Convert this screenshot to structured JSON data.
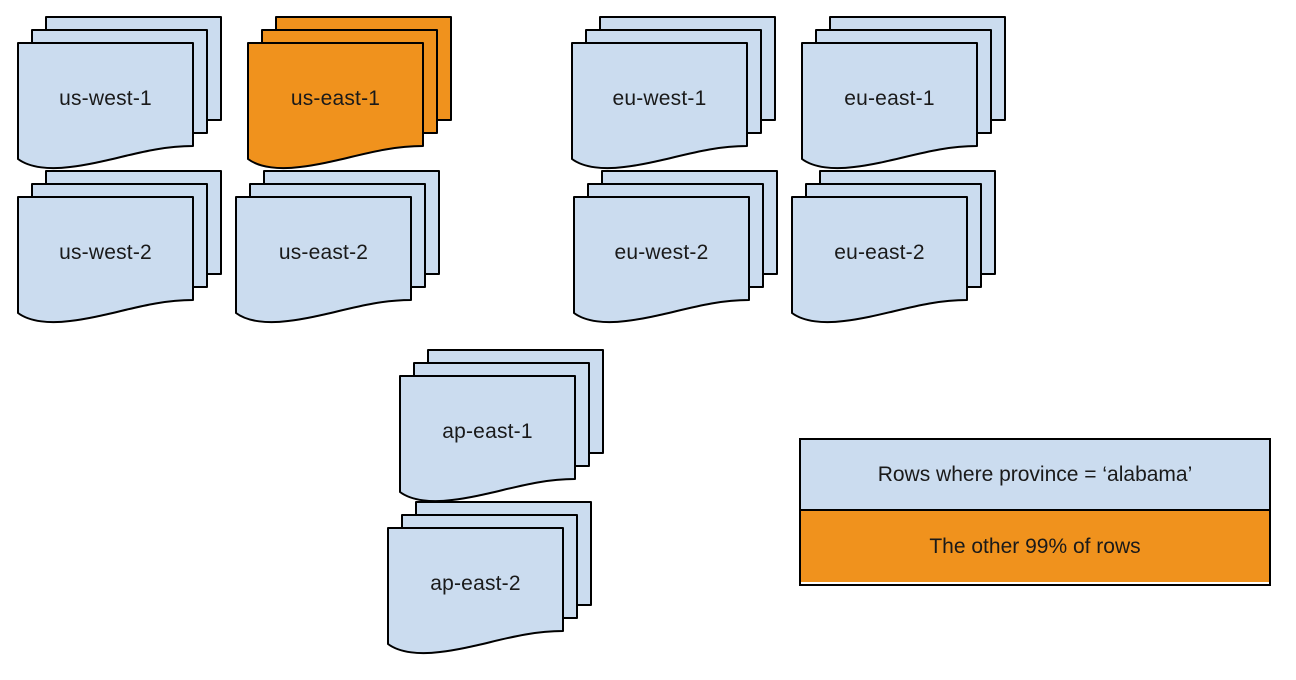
{
  "diagram": {
    "description": "Document stacks representing database regions; one region highlighted",
    "colors": {
      "page_blue": "#cbdcef",
      "highlight_orange": "#f0921d",
      "stroke": "#000000"
    },
    "stacks": [
      {
        "id": "us-west-1",
        "label": "us-west-1",
        "highlight": false
      },
      {
        "id": "us-east-1",
        "label": "us-east-1",
        "highlight": true
      },
      {
        "id": "eu-west-1",
        "label": "eu-west-1",
        "highlight": false
      },
      {
        "id": "eu-east-1",
        "label": "eu-east-1",
        "highlight": false
      },
      {
        "id": "us-west-2",
        "label": "us-west-2",
        "highlight": false
      },
      {
        "id": "us-east-2",
        "label": "us-east-2",
        "highlight": false
      },
      {
        "id": "eu-west-2",
        "label": "eu-west-2",
        "highlight": false
      },
      {
        "id": "eu-east-2",
        "label": "eu-east-2",
        "highlight": false
      },
      {
        "id": "ap-east-1",
        "label": "ap-east-1",
        "highlight": false
      },
      {
        "id": "ap-east-2",
        "label": "ap-east-2",
        "highlight": false
      }
    ],
    "legend": {
      "items": [
        {
          "label": "Rows where province = ‘alabama’",
          "color": "#cbdcef"
        },
        {
          "label": "The other 99% of rows",
          "color": "#f0921d"
        }
      ]
    }
  }
}
